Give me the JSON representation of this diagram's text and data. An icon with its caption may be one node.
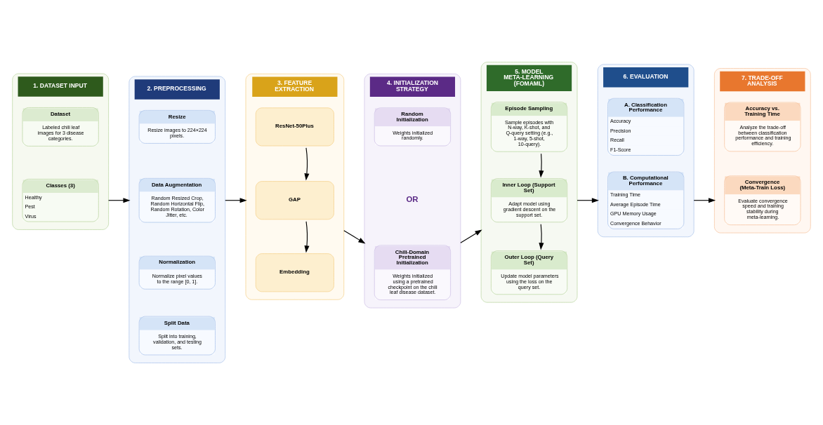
{
  "diagram": {
    "nodes": [
      {
        "text": [
          "1. DATASET INPUT"
        ]
      },
      {
        "text": [
          "Dataset",
          "Labeled chili leaf images for 3 disease categories."
        ],
        "in": 0
      },
      {
        "text": [
          "Classes (3)",
          "Healthy",
          "Pest",
          "Virus"
        ],
        "in": 0
      },
      {
        "text": [
          "2. PREPROCESSING"
        ]
      },
      {
        "text": [
          "Resize",
          "Resize images to 224×224 pixels."
        ],
        "in": 3
      },
      {
        "text": [
          "Data Augmentation",
          "Random Resized Crop, Random Horizontal Flip, Random Rotation, Color Jitter, etc."
        ],
        "in": 3
      },
      {
        "text": [
          "Normalization",
          "Normalize pixel values to the range [0, 1]."
        ],
        "in": 3
      },
      {
        "text": [
          "Split Data",
          "Split into training, validation, and testing sets."
        ],
        "in": 3
      },
      {
        "text": [
          "3. FEATURE EXTRACTION"
        ]
      },
      {
        "text": [
          "ResNet-50Plus"
        ],
        "in": 8
      },
      {
        "text": [
          "GAP"
        ],
        "in": 8
      },
      {
        "text": [
          "Embedding"
        ],
        "in": 8
      },
      {
        "text": [
          "4. INITIALIZATION STRATEGY"
        ]
      },
      {
        "text": [
          "Random Initialization",
          "Weights initialized randomly."
        ],
        "in": 12
      },
      {
        "text": [
          "Chili-Domain Pretrained Initialization",
          "Weights initialized using a pretrained checkpoint on the chili leaf disease dataset."
        ],
        "in": 12
      },
      {
        "text": [
          "5. MODEL META-LEARNING (FOMAML)"
        ]
      },
      {
        "text": [
          "Episode Sampling",
          "Sample episodes with N-way, K-shot, and Q-query setting (e.g., 1-way, 5-shot, 10-query)."
        ],
        "in": 15
      },
      {
        "text": [
          "Inner Loop (Support Set)",
          "Adapt model using gradient descent on the support set."
        ],
        "in": 15
      },
      {
        "text": [
          "Outer Loop (Query Set)",
          "Update model parameters using the loss on the query set."
        ],
        "in": 15
      },
      {
        "text": [
          "6. EVALUATION"
        ]
      },
      {
        "text": [
          "A. Classification Performance",
          "Accuracy",
          "Precision",
          "Recall",
          "F1-Score"
        ],
        "in": 19
      },
      {
        "text": [
          "B. Computational Performance",
          "Training Time",
          "Average Episode Time",
          "GPU Memory Usage",
          "Convergence Behavior"
        ],
        "in": 19
      },
      {
        "text": [
          "7. TRADE-OFF ANALYSIS"
        ]
      },
      {
        "text": [
          "Accuracy vs. Training Time",
          "Analyze the trade-off between classification performance and training efficiency."
        ],
        "in": 22
      },
      {
        "text": [
          "Convergence (Meta-Train Loss)",
          "Evaluate convergence speed and training stability during meta-learning."
        ],
        "in": 22
      }
    ],
    "edges": [
      {
        "from": 0,
        "to": 3,
        "arrow": "to"
      },
      {
        "from": 3,
        "to": 8,
        "arrow": "to"
      },
      {
        "from": 8,
        "to": 12,
        "arrow": "to"
      },
      {
        "from": 12,
        "to": 15,
        "arrow": "to"
      },
      {
        "from": 15,
        "to": 19,
        "arrow": "to"
      },
      {
        "from": 19,
        "to": 22,
        "arrow": "to"
      },
      {
        "from": 9,
        "to": 10,
        "arrow": "to"
      },
      {
        "from": 10,
        "to": 11,
        "arrow": "to"
      },
      {
        "from": 16,
        "to": 17,
        "arrow": "to"
      },
      {
        "from": 17,
        "to": 18,
        "arrow": "to"
      }
    ],
    "labels": [
      "OR"
    ]
  }
}
